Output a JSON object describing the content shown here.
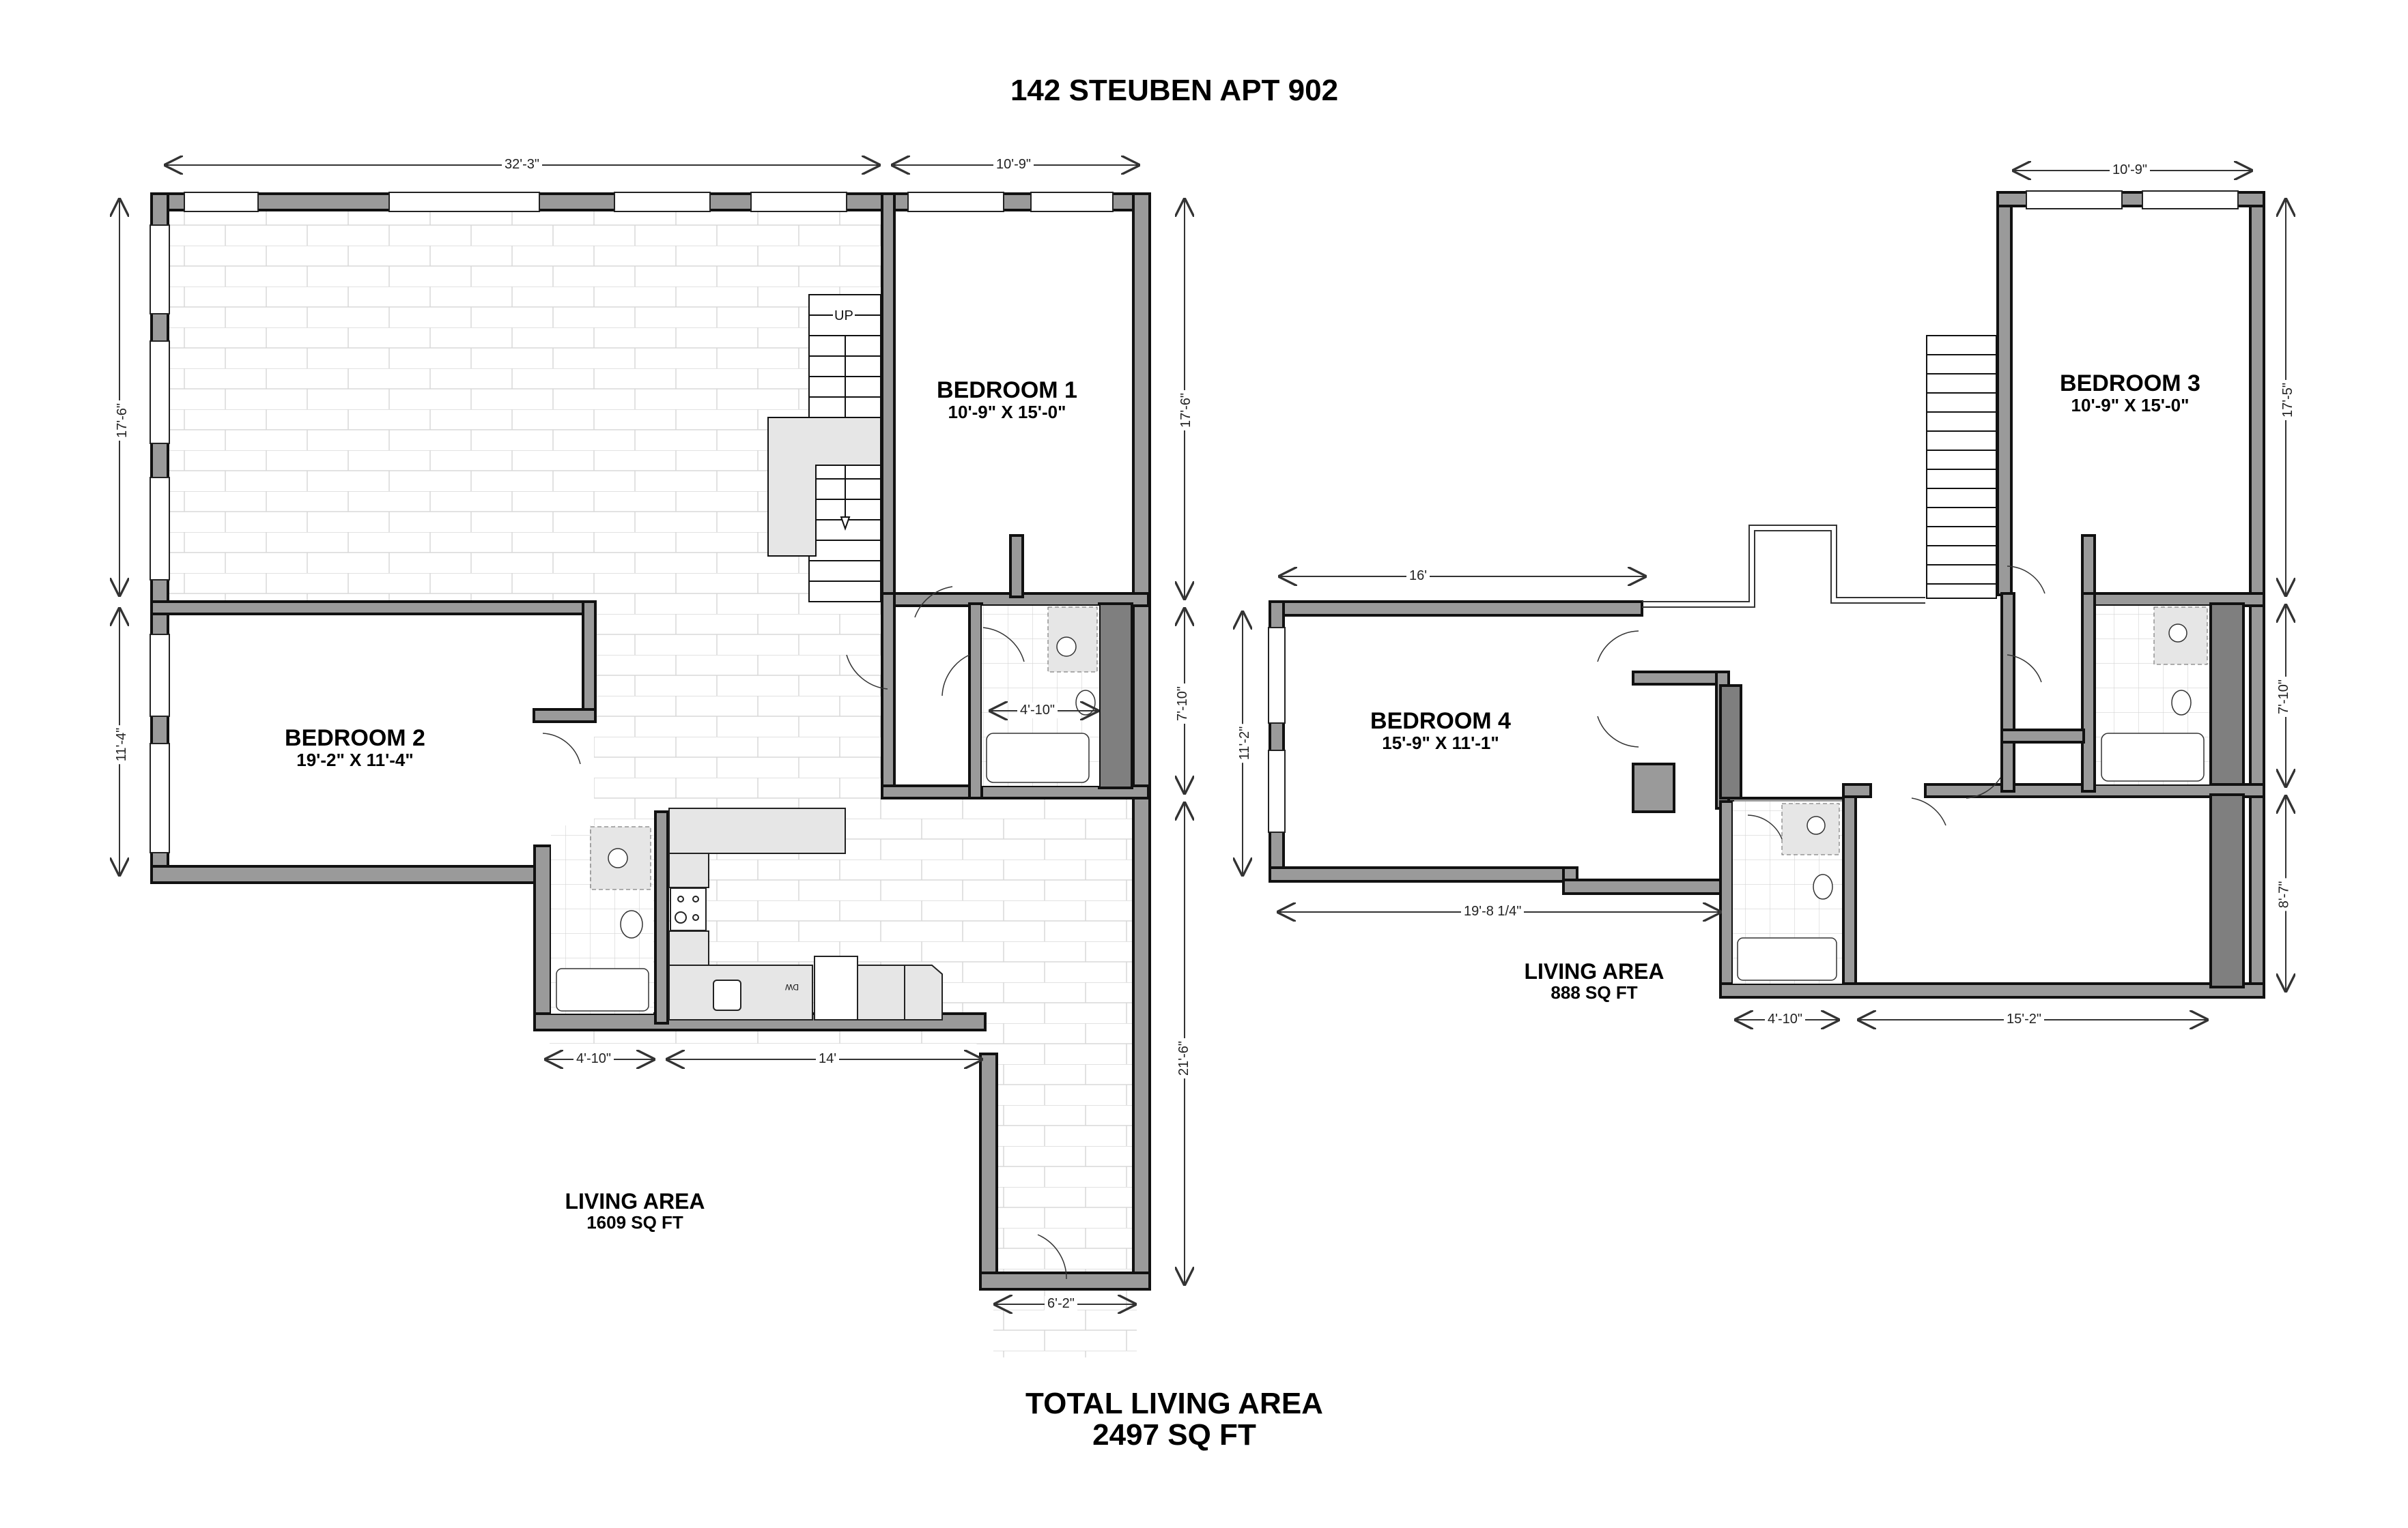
{
  "title": "142 STEUBEN APT 902",
  "floor1": {
    "rooms": [
      {
        "name": "BEDROOM 1",
        "size": "10'-9\" X 15'-0\""
      },
      {
        "name": "BEDROOM 2",
        "size": "19'-2\" X 11'-4\""
      }
    ],
    "living_area": {
      "label": "LIVING AREA",
      "value": "1609 SQ FT"
    },
    "stair_label": "UP",
    "appliance_label": "DW",
    "dimensions": {
      "top_left": "32'-3\"",
      "top_right": "10'-9\"",
      "left_upper": "17'-6\"",
      "left_lower": "11'-4\"",
      "right_upper": "17'-6\"",
      "right_middle": "7'-10\"",
      "right_lower": "21'-6\"",
      "bath_width": "4'-10\"",
      "bottom_bath": "4'-10\"",
      "bottom_kitchen": "14'",
      "entry_width": "6'-2\""
    }
  },
  "floor2": {
    "rooms": [
      {
        "name": "BEDROOM 3",
        "size": "10'-9\" X 15'-0\""
      },
      {
        "name": "BEDROOM 4",
        "size": "15'-9\" X 11'-1\""
      }
    ],
    "living_area": {
      "label": "LIVING AREA",
      "value": "888 SQ FT"
    },
    "dimensions": {
      "top_right": "10'-9\"",
      "bedroom4_top": "16'",
      "bedroom4_left": "11'-2\"",
      "mid_horizontal": "19'-8 1/4\"",
      "right_upper": "17'-5\"",
      "right_middle": "7'-10\"",
      "right_lower": "8'-7\"",
      "bottom_bath": "4'-10\"",
      "bottom_room": "15'-2\""
    }
  },
  "total": {
    "label": "TOTAL LIVING AREA",
    "value": "2497 SQ FT"
  },
  "colors": {
    "wall": "#9a9a9a",
    "outline": "#111111",
    "counter": "#e6e6e6",
    "tile_line": "#cfcfcf"
  }
}
